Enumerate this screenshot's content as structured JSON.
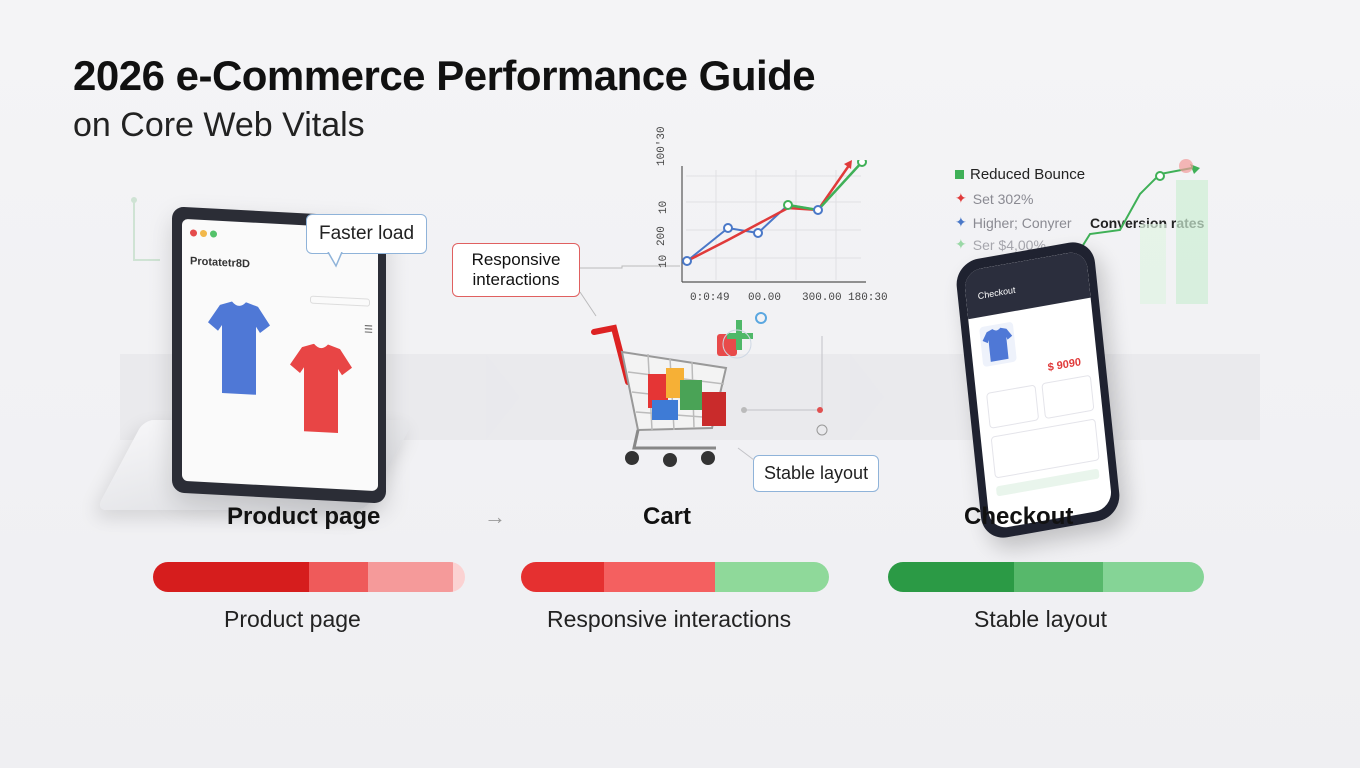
{
  "title": "2026 e-Commerce Performance Guide",
  "subtitle": "on Core Web Vitals",
  "callouts": {
    "faster_load": "Faster load",
    "responsive_interactions": "Responsive interactions",
    "stable_layout": "Stable layout"
  },
  "laptop": {
    "site_name": "Protatetr8D"
  },
  "chart": {
    "y_ticks": [
      "100'30",
      "10",
      "200",
      "10"
    ],
    "x_ticks": [
      "0:0:49",
      "00.00",
      "300.00",
      "180:30"
    ]
  },
  "legend": {
    "reduced_bounce": "Reduced Bounce",
    "set_302": "Set 302%",
    "higher_conversion": "Higher; Conyrer",
    "conversion_rates": "Conversion rates",
    "set_4000": "Ser $4,00%"
  },
  "phone": {
    "header": "Checkout",
    "price": "$ 9090"
  },
  "stages": [
    "Product page",
    "Cart",
    "Checkout"
  ],
  "bars": [
    {
      "label": "Product page",
      "segments": [
        {
          "value": 0.5,
          "color": "#d61d1d"
        },
        {
          "value": 0.19,
          "color": "#ef5a5a"
        },
        {
          "value": 0.27,
          "color": "#f59a9a"
        },
        {
          "value": 0.04,
          "color": "#fbd2d2"
        }
      ]
    },
    {
      "label": "Responsive interactions",
      "segments": [
        {
          "value": 0.27,
          "color": "#e53030"
        },
        {
          "value": 0.36,
          "color": "#f46060"
        },
        {
          "value": 0.37,
          "color": "#8fd99a"
        }
      ]
    },
    {
      "label": "Stable layout",
      "segments": [
        {
          "value": 0.4,
          "color": "#2b9a45"
        },
        {
          "value": 0.28,
          "color": "#57b86b"
        },
        {
          "value": 0.32,
          "color": "#85d496"
        }
      ]
    }
  ],
  "colors": {
    "red": "#e03a3a",
    "green": "#2fa04a",
    "blue": "#4a78c8",
    "callout_border": "#8fb3d9"
  }
}
